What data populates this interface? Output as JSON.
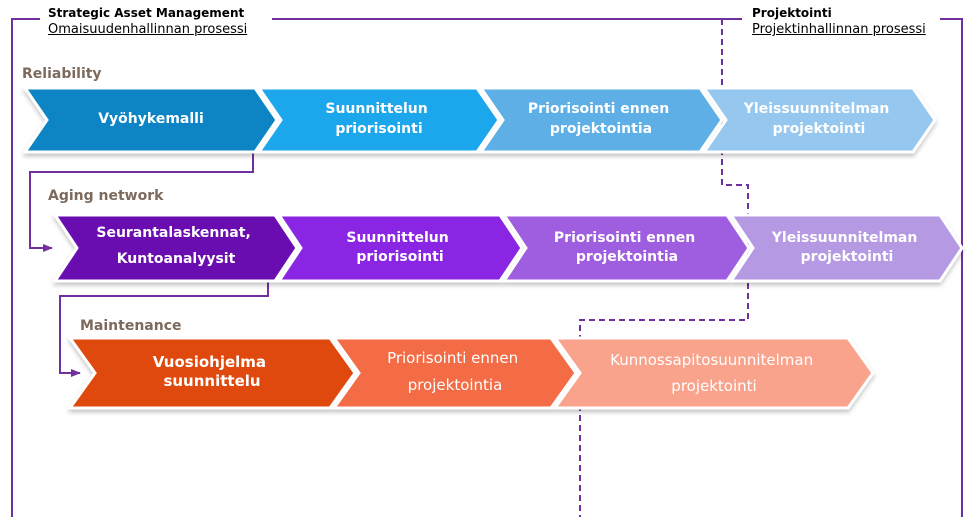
{
  "header": {
    "left": {
      "title": "Strategic Asset Management",
      "subtitle": "Omaisuudenhallinnan prosessi"
    },
    "right": {
      "title": "Projektointi",
      "subtitle": "Projektinhallinnan prosessi"
    }
  },
  "rows": [
    {
      "label": "Reliability",
      "steps": [
        {
          "lines": [
            "Vyöhykemalli"
          ],
          "color": "#0d85c5"
        },
        {
          "lines": [
            "Suunnittelun",
            "priorisointi"
          ],
          "color": "#1fa6ec"
        },
        {
          "lines": [
            "Priorisointi ennen",
            "projektointia"
          ],
          "color": "#5eafe7"
        },
        {
          "lines": [
            "Yleissuunnitelman",
            "projektointi"
          ],
          "color": "#96c7ef"
        }
      ]
    },
    {
      "label": "Aging network",
      "steps": [
        {
          "lines": [
            "Seurantalaskennat,",
            "Kuntoanalyysit"
          ],
          "color": "#6a10b0"
        },
        {
          "lines": [
            "Suunnittelun",
            "priorisointi"
          ],
          "color": "#8a25e3"
        },
        {
          "lines": [
            "Priorisointi ennen",
            "projektointia"
          ],
          "color": "#9f5ddf"
        },
        {
          "lines": [
            "Yleissuunnitelman",
            "projektointi"
          ],
          "color": "#b59ae3"
        }
      ]
    },
    {
      "label": "Maintenance",
      "steps": [
        {
          "lines": [
            "Vuosiohjelma",
            "suunnittelu"
          ],
          "color": "#e04a0d"
        },
        {
          "lines": [
            "Priorisointi ennen",
            "projektointia"
          ],
          "color": "#f36c44"
        },
        {
          "lines": [
            "Kunnossapitosuunnitelman",
            "projektointi"
          ],
          "color": "#f9a38d"
        }
      ]
    }
  ],
  "colors": {
    "frame": "#7030a0",
    "row_label": "#7d6a5c",
    "step_text": "#ffffff"
  }
}
